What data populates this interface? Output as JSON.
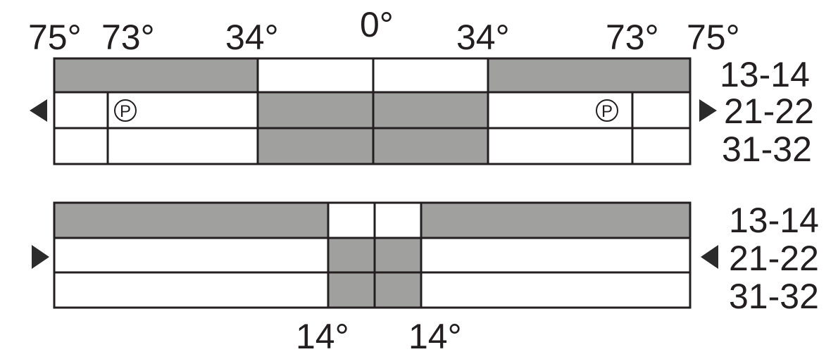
{
  "colors": {
    "on": "#a0a19f",
    "off": "#ffffff",
    "line": "#231f20"
  },
  "top_diagram": {
    "angle_labels": [
      "75°",
      "73°",
      "34°",
      "0°",
      "34°",
      "73°",
      "75°"
    ],
    "rows": [
      {
        "contacts": "13-14",
        "cells_on": [
          true,
          false,
          false,
          true
        ]
      },
      {
        "contacts": "21-22",
        "cells_on": [
          false,
          false,
          true,
          true,
          false,
          false
        ]
      },
      {
        "contacts": "31-32",
        "cells_on": [
          false,
          false,
          true,
          true,
          false,
          false
        ]
      }
    ],
    "position_marker": "P",
    "left_arrow": "triangle-left",
    "right_arrow": "triangle-right"
  },
  "bottom_diagram": {
    "angle_labels": [
      "14°",
      "14°"
    ],
    "rows": [
      {
        "contacts": "13-14",
        "cells_on": [
          true,
          false,
          false,
          true
        ]
      },
      {
        "contacts": "21-22",
        "cells_on": [
          false,
          true,
          true,
          false
        ]
      },
      {
        "contacts": "31-32",
        "cells_on": [
          false,
          true,
          true,
          false
        ]
      }
    ],
    "left_arrow": "triangle-right",
    "right_arrow": "triangle-left"
  }
}
